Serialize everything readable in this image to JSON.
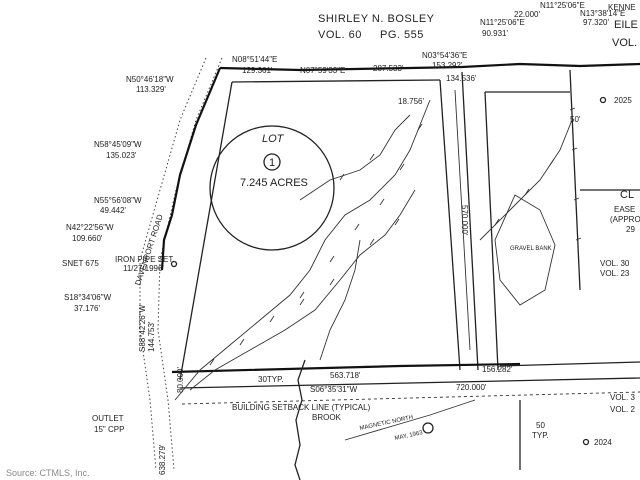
{
  "header": {
    "owner": "SHIRLEY N. BOSLEY",
    "vol": "VOL. 60",
    "pg": "PG. 555",
    "top_right_1": "N11°25'06\"E",
    "top_right_2": "KENNE",
    "top_right_3": "EILE",
    "top_right_4": "VOL."
  },
  "lot": {
    "word": "LOT",
    "number": "1",
    "area": "7.245 ACRES"
  },
  "bearings": {
    "b1": "N50°46'18\"W",
    "d1": "113.329'",
    "b2": "N58°45'09\"W",
    "d2": "135.023'",
    "b3": "N55°56'08\"W",
    "d3": "49.442'",
    "b4": "N42°22'56\"W",
    "d4": "109.660'",
    "b5": "S18°34'06\"W",
    "d5": "37.176'",
    "b6": "N08°51'44\"E",
    "d6": "129.361'",
    "b7": "N07°59'33\"E",
    "d7": "287.533'",
    "b8": "N03°54'36\"E",
    "d8": "153.292'",
    "d9": "134.536'",
    "b10": "N11°25'06\"E",
    "d10": "90.931'",
    "d11": "22.000'",
    "b12": "N13°38'14\"E",
    "d12": "97.320'",
    "d13": "18.756'",
    "d14": "570.000'",
    "b15": "S88°42'26\"W",
    "d15": "144.753'",
    "d16": "80.000'",
    "d17": "638.279'",
    "d18": "563.718'",
    "d19": "156.282'",
    "b20": "S06°35'31\"W",
    "d20": "720.000'",
    "typ30": "30TYP.",
    "typ50": "50",
    "typ50b": "TYP."
  },
  "labels": {
    "road": "DAVENPORT ROAD",
    "pipe": "IRON PIPE SET",
    "pipe_date": "11/27/1996",
    "snet": "SNET 675",
    "outlet": "OUTLET",
    "cpp": "15\" CPP",
    "setback": "BUILDING SETBACK LINE (TYPICAL)",
    "brook": "BROOK",
    "gravel": "GRAVEL BANK",
    "north": "MAGNETIC NORTH",
    "north_date": "MAY, 1963",
    "pole_2025": "2025",
    "pole_2024": "2024",
    "road_width": "50'",
    "right_cl": "CL",
    "right_ease": "EASE",
    "right_appro": "(APPRO",
    "right_29": "29",
    "right_vol30": "VOL. 30",
    "right_vol23": "VOL. 23",
    "right_vol3": "VOL. 3",
    "right_vol2": "VOL. 2"
  },
  "source": "Source:  CTMLS, Inc."
}
